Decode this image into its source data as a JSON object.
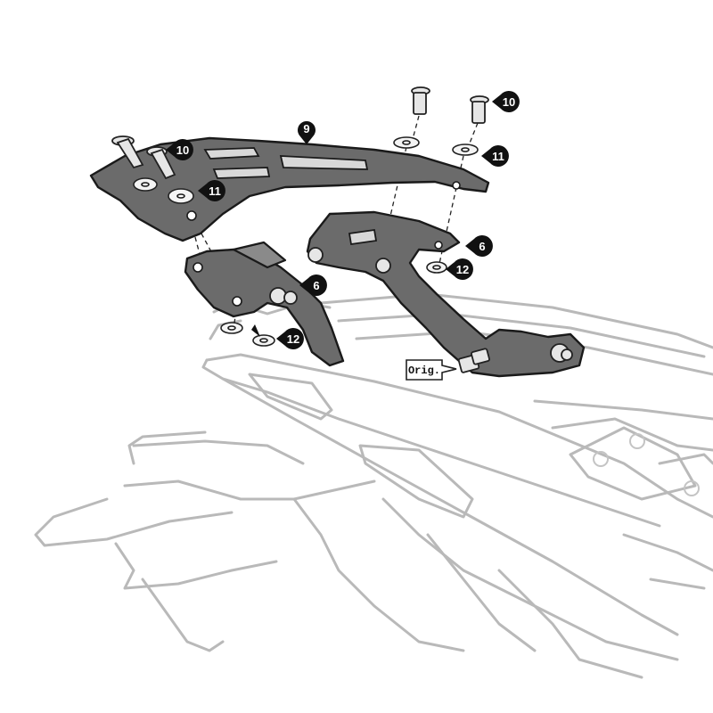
{
  "callouts": {
    "plate": "9",
    "screw_left": "10",
    "washer_left": "11",
    "screw_right": "10",
    "washer_right": "11",
    "bracket_right": "6",
    "nut_right": "12",
    "bracket_left": "6",
    "nut_left": "12"
  },
  "labels": {
    "orig": "Orig."
  }
}
